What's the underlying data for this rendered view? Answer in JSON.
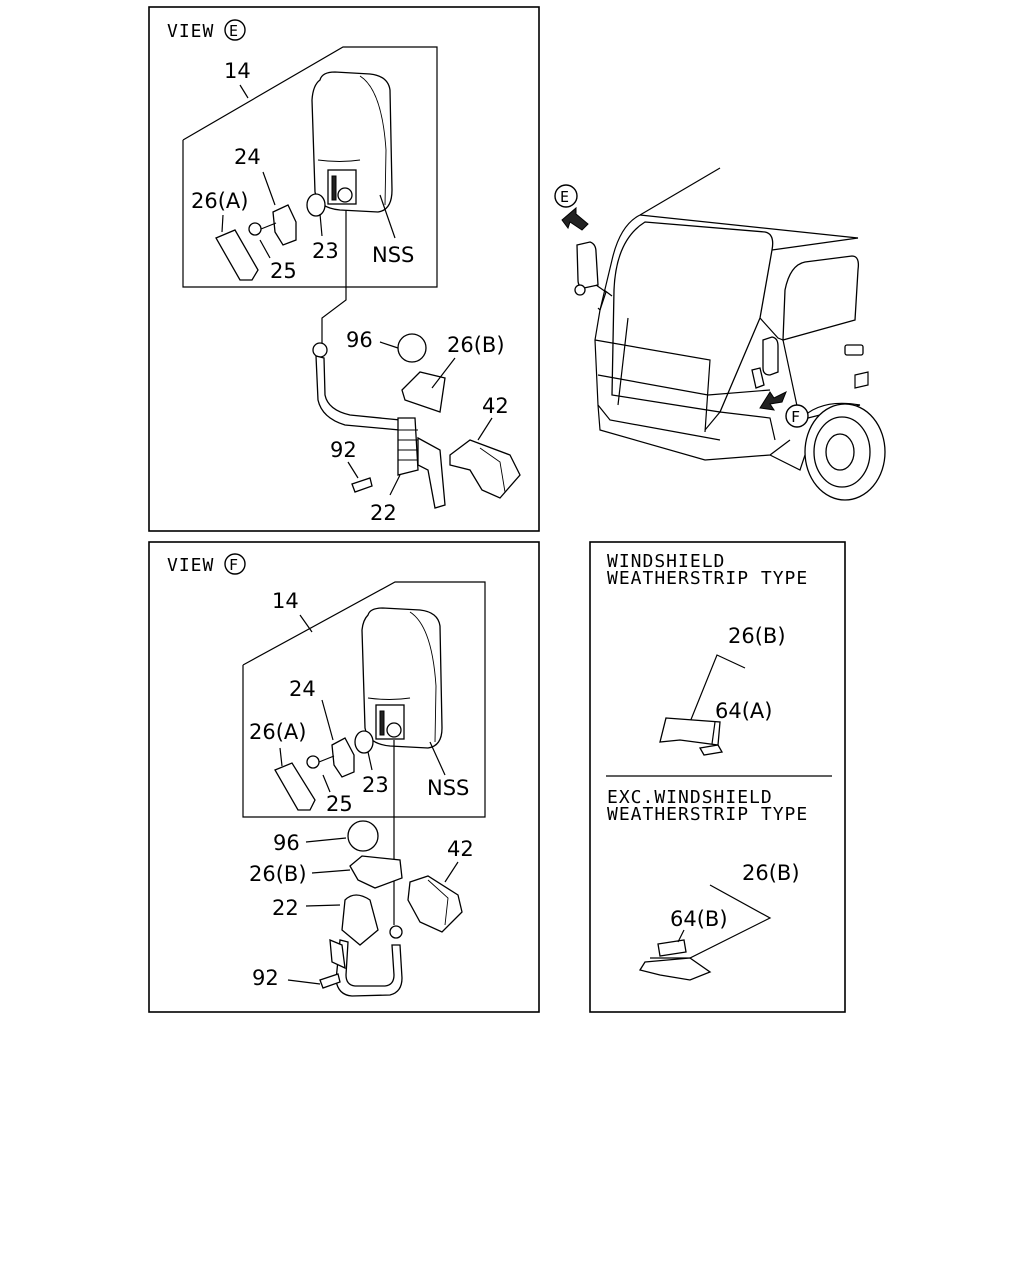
{
  "panel_e": {
    "title": "VIEW",
    "view_letter": "E",
    "labels": {
      "l14": "14",
      "l24": "24",
      "l26a": "26(A)",
      "l23": "23",
      "l25": "25",
      "lnss": "NSS",
      "l96": "96",
      "l26b": "26(B)",
      "l42": "42",
      "l92": "92",
      "l22": "22"
    }
  },
  "truck": {
    "arrow_e": "E",
    "arrow_f": "F"
  },
  "panel_f": {
    "title": "VIEW",
    "view_letter": "F",
    "labels": {
      "l14": "14",
      "l24": "24",
      "l26a": "26(A)",
      "l23": "23",
      "l25": "25",
      "lnss": "NSS",
      "l96": "96",
      "l26b": "26(B)",
      "l42": "42",
      "l22": "22",
      "l92": "92"
    }
  },
  "inset": {
    "top_caption_1": "WINDSHIELD",
    "top_caption_2": "WEATHERSTRIP TYPE",
    "top_l26b": "26(B)",
    "top_l64a": "64(A)",
    "bottom_caption_1": "EXC.WINDSHIELD",
    "bottom_caption_2": "WEATHERSTRIP TYPE",
    "bottom_l26b": "26(B)",
    "bottom_l64b": "64(B)"
  }
}
